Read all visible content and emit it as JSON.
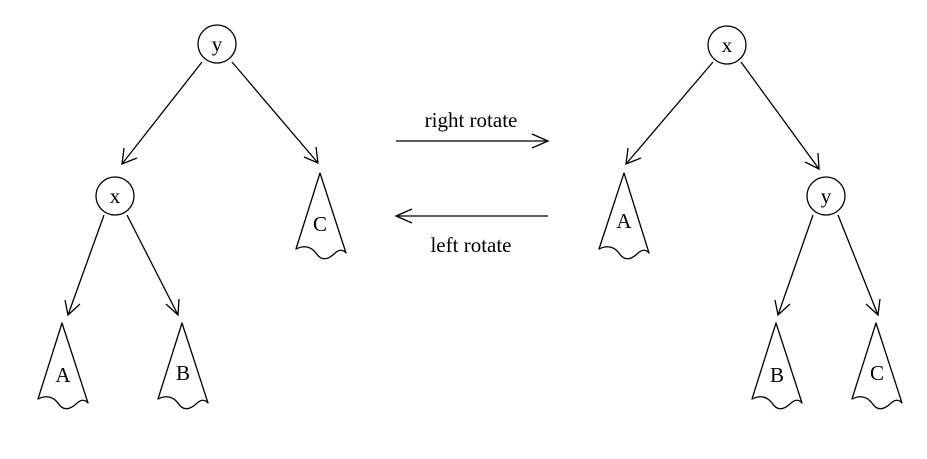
{
  "left_tree": {
    "root": "y",
    "child": "x",
    "subtree_a": "A",
    "subtree_b": "B",
    "subtree_c": "C"
  },
  "right_tree": {
    "root": "x",
    "child": "y",
    "subtree_a": "A",
    "subtree_b": "B",
    "subtree_c": "C"
  },
  "operations": {
    "right_rotate": "right rotate",
    "left_rotate": "left rotate"
  }
}
